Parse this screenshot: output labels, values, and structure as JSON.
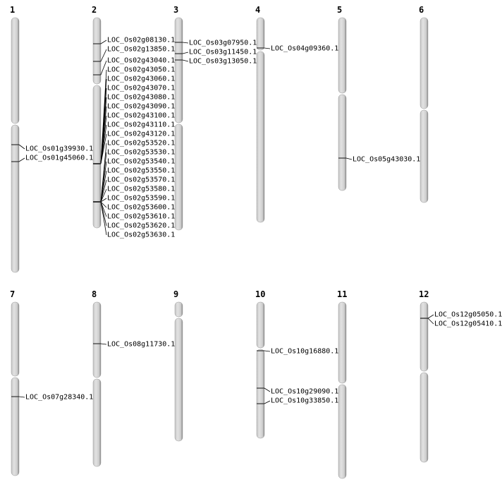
{
  "title": "Chromosome map of LOC_Os genes",
  "colors": {
    "chromosome": "#d4d4d4",
    "chromosome_edge": "#888888",
    "marker": "#333333"
  },
  "chromosomes": [
    {
      "name": "1",
      "genes": [
        "LOC_Os01g39930.1",
        "LOC_Os01g45060.1"
      ]
    },
    {
      "name": "2",
      "genes": [
        "LOC_Os02g08130.1",
        "LOC_Os02g13850.1",
        "LOC_Os02g43040.1",
        "LOC_Os02g43050.1",
        "LOC_Os02g43060.1",
        "LOC_Os02g43070.1",
        "LOC_Os02g43080.1",
        "LOC_Os02g43090.1",
        "LOC_Os02g43100.1",
        "LOC_Os02g43110.1",
        "LOC_Os02g43120.1",
        "LOC_Os02g53520.1",
        "LOC_Os02g53530.1",
        "LOC_Os02g53540.1",
        "LOC_Os02g53550.1",
        "LOC_Os02g53570.1",
        "LOC_Os02g53580.1",
        "LOC_Os02g53590.1",
        "LOC_Os02g53600.1",
        "LOC_Os02g53610.1",
        "LOC_Os02g53620.1",
        "LOC_Os02g53630.1"
      ]
    },
    {
      "name": "3",
      "genes": [
        "LOC_Os03g07950.1",
        "LOC_Os03g11450.1",
        "LOC_Os03g13050.1"
      ]
    },
    {
      "name": "4",
      "genes": [
        "LOC_Os04g09360.1"
      ]
    },
    {
      "name": "5",
      "genes": [
        "LOC_Os05g43030.1"
      ]
    },
    {
      "name": "6",
      "genes": []
    },
    {
      "name": "7",
      "genes": [
        "LOC_Os07g28340.1"
      ]
    },
    {
      "name": "8",
      "genes": [
        "LOC_Os08g11730.1"
      ]
    },
    {
      "name": "9",
      "genes": []
    },
    {
      "name": "10",
      "genes": [
        "LOC_Os10g16880.1",
        "LOC_Os10g29090.1",
        "LOC_Os10g33850.1"
      ]
    },
    {
      "name": "11",
      "genes": []
    },
    {
      "name": "12",
      "genes": [
        "LOC_Os12g05050.1",
        "LOC_Os12g05410.1"
      ]
    }
  ]
}
